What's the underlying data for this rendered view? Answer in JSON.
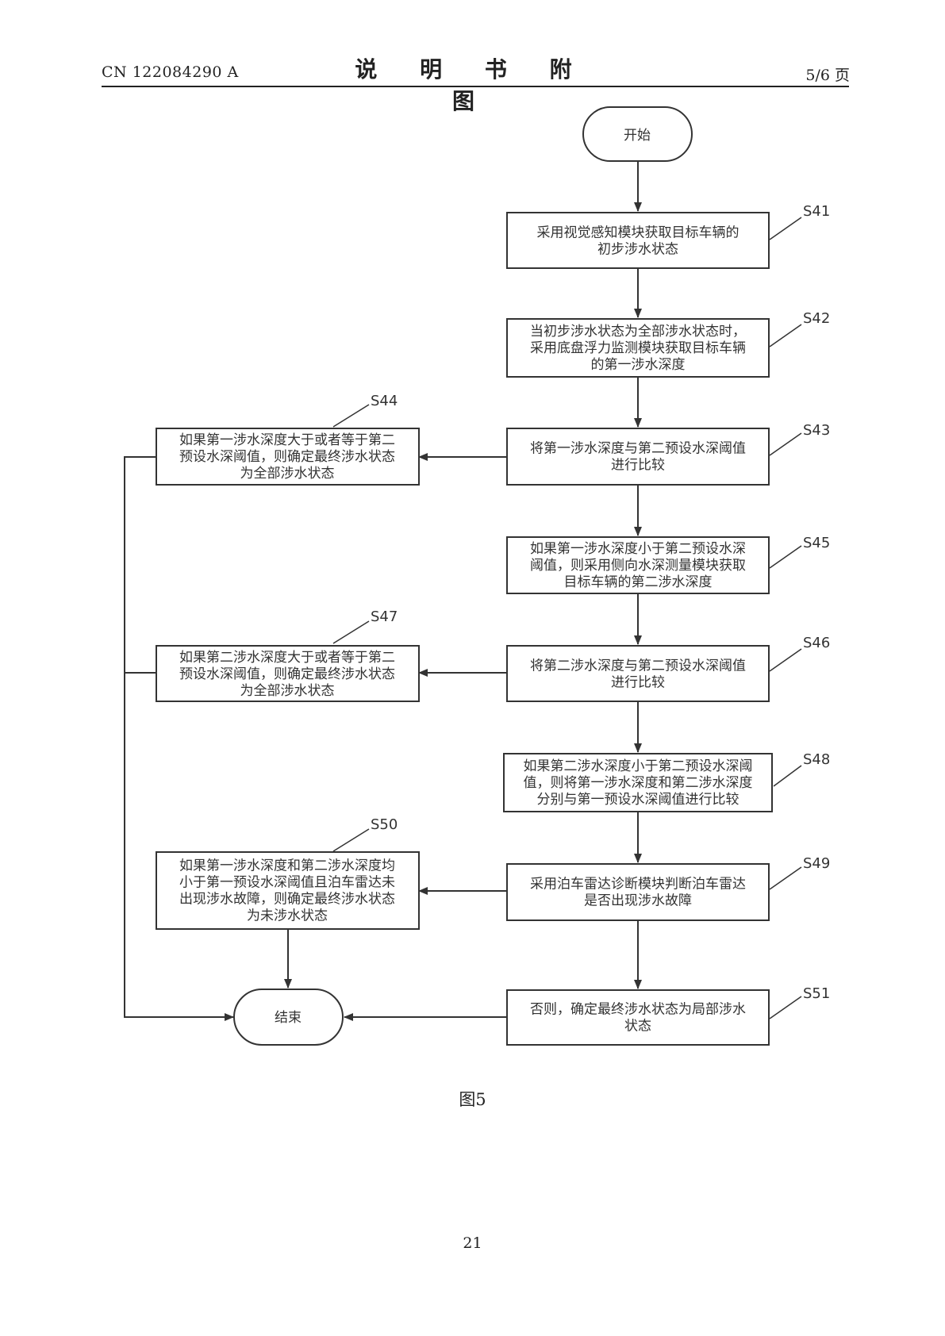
{
  "header": {
    "doc_number": "CN 122084290 A",
    "title": "说 明 书 附 图",
    "page_indicator": "5/6 页"
  },
  "flowchart": {
    "nodes": {
      "start": {
        "lines": [
          "开始"
        ]
      },
      "s41": {
        "label": "S41",
        "lines": [
          "采用视觉感知模块获取目标车辆的",
          "初步涉水状态"
        ]
      },
      "s42": {
        "label": "S42",
        "lines": [
          "当初步涉水状态为全部涉水状态时，",
          "采用底盘浮力监测模块获取目标车辆",
          "的第一涉水深度"
        ]
      },
      "s43": {
        "label": "S43",
        "lines": [
          "将第一涉水深度与第二预设水深阈值",
          "进行比较"
        ]
      },
      "s44": {
        "label": "S44",
        "lines": [
          "如果第一涉水深度大于或者等于第二",
          "预设水深阈值，则确定最终涉水状态",
          "为全部涉水状态"
        ]
      },
      "s45": {
        "label": "S45",
        "lines": [
          "如果第一涉水深度小于第二预设水深",
          "阈值，则采用侧向水深测量模块获取",
          "目标车辆的第二涉水深度"
        ]
      },
      "s46": {
        "label": "S46",
        "lines": [
          "将第二涉水深度与第二预设水深阈值",
          "进行比较"
        ]
      },
      "s47": {
        "label": "S47",
        "lines": [
          "如果第二涉水深度大于或者等于第二",
          "预设水深阈值，则确定最终涉水状态",
          "为全部涉水状态"
        ]
      },
      "s48": {
        "label": "S48",
        "lines": [
          "如果第二涉水深度小于第二预设水深阈",
          "值，则将第一涉水深度和第二涉水深度",
          "分别与第一预设水深阈值进行比较"
        ]
      },
      "s49": {
        "label": "S49",
        "lines": [
          "采用泊车雷达诊断模块判断泊车雷达",
          "是否出现涉水故障"
        ]
      },
      "s50": {
        "label": "S50",
        "lines": [
          "如果第一涉水深度和第二涉水深度均",
          "小于第一预设水深阈值且泊车雷达未",
          "出现涉水故障，则确定最终涉水状态",
          "为未涉水状态"
        ]
      },
      "s51": {
        "label": "S51",
        "lines": [
          "否则，确定最终涉水状态为局部涉水",
          "状态"
        ]
      },
      "end": {
        "lines": [
          "结束"
        ]
      }
    }
  },
  "figure_caption": "图5",
  "page_number": "21"
}
